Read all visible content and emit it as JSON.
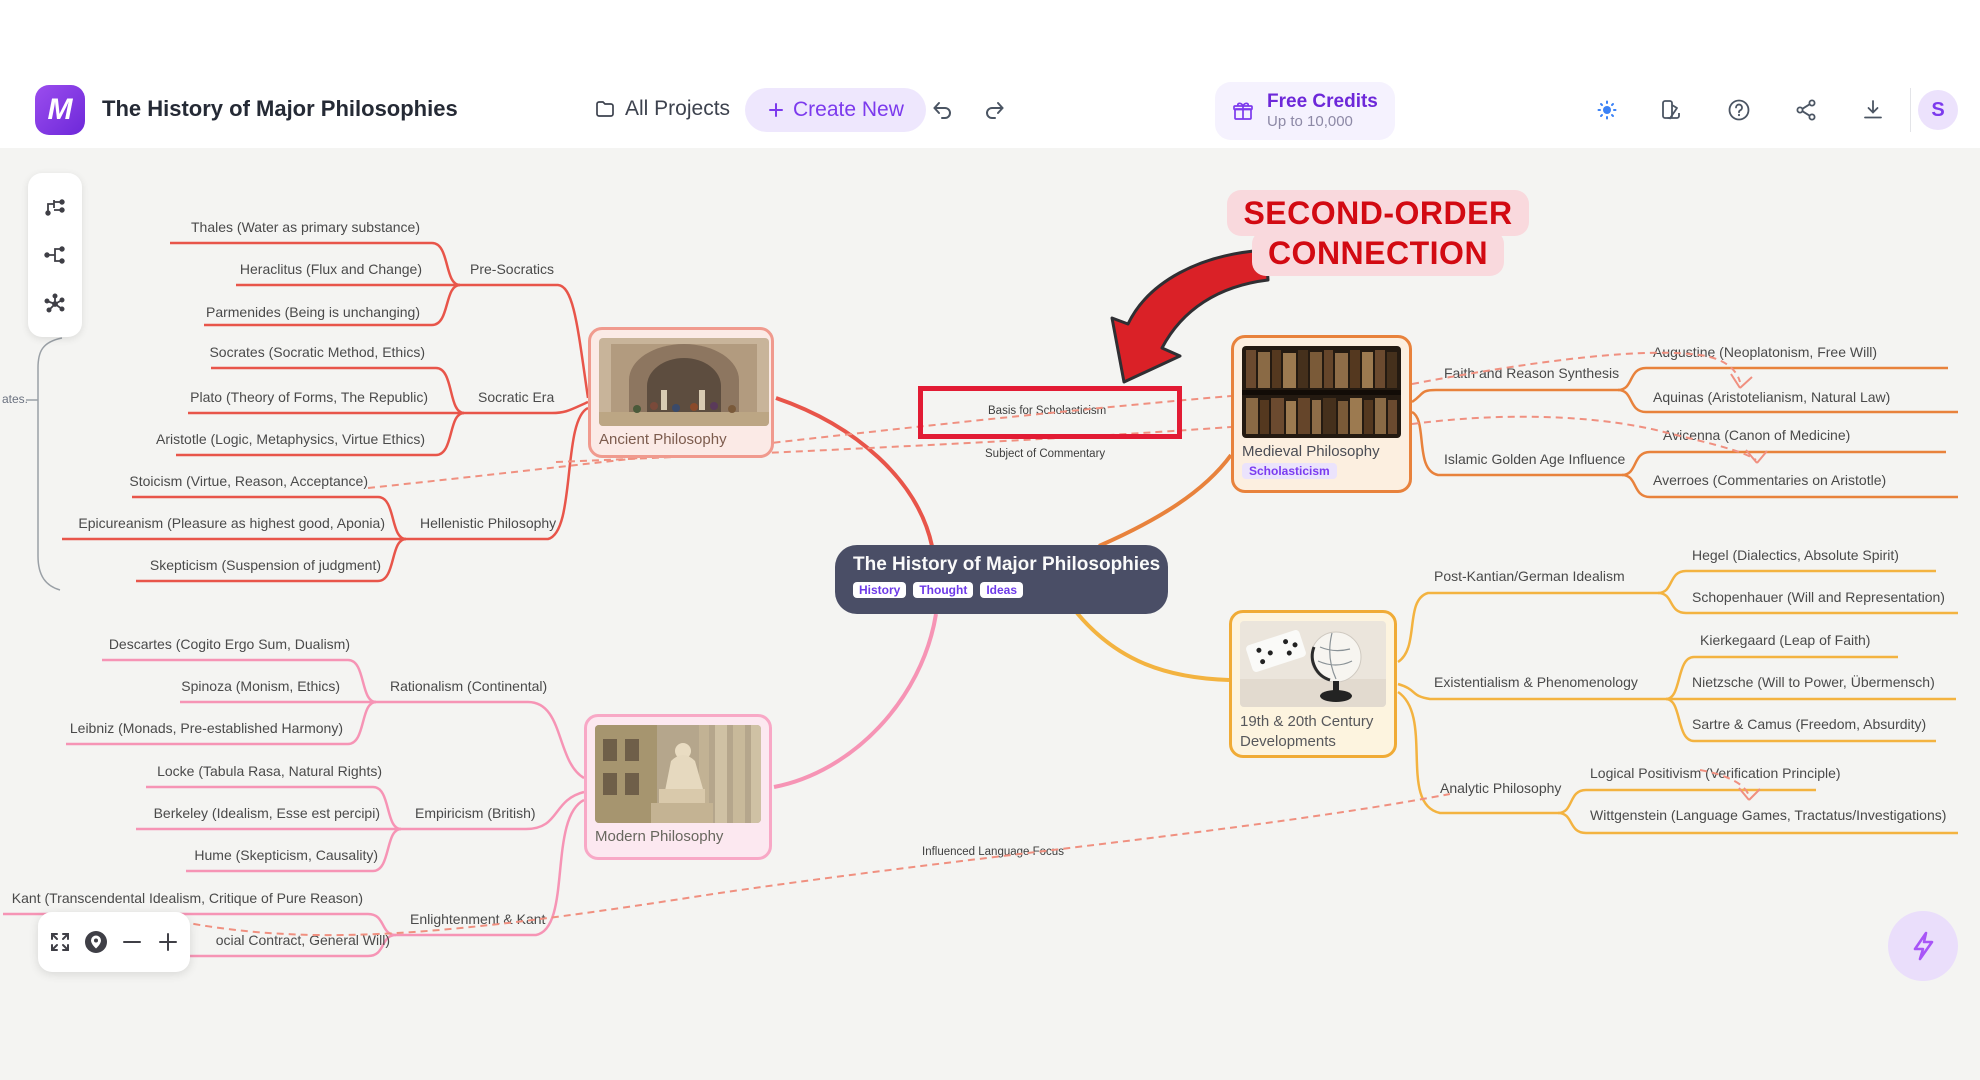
{
  "header": {
    "logo_letter": "M",
    "app_title": "The History of Major Philosophies",
    "all_projects": "All Projects",
    "create_new": "Create New",
    "credits_title": "Free Credits",
    "credits_sub": "Up to 10,000",
    "avatar_initial": "S",
    "accent_color": "#7c3aed"
  },
  "annotation": {
    "line1": "SECOND-ORDER",
    "line2": "CONNECTION"
  },
  "map": {
    "central": {
      "title": "The History of Major Philosophies",
      "tags": [
        "History",
        "Thought",
        "Ideas"
      ]
    },
    "nodes": {
      "ancient": {
        "label": "Ancient Philosophy"
      },
      "medieval": {
        "label": "Medieval Philosophy",
        "tag": "Scholasticism"
      },
      "modern": {
        "label": "Modern Philosophy"
      },
      "c1920": {
        "line1": "19th & 20th Century",
        "line2": "Developments"
      }
    },
    "topics": {
      "pre_socratics": "Pre-Socratics",
      "thales": "Thales (Water as primary substance)",
      "heraclitus": "Heraclitus (Flux and Change)",
      "parmenides": "Parmenides (Being is unchanging)",
      "socratic_era": "Socratic Era",
      "socrates": "Socrates (Socratic Method, Ethics)",
      "plato": "Plato (Theory of Forms, The Republic)",
      "aristotle": "Aristotle (Logic, Metaphysics, Virtue Ethics)",
      "hellenistic": "Hellenistic Philosophy",
      "stoicism": "Stoicism (Virtue, Reason, Acceptance)",
      "epicureanism": "Epicureanism (Pleasure as highest good, Aponia)",
      "skepticism": "Skepticism (Suspension of judgment)",
      "rationalism": "Rationalism (Continental)",
      "descartes": "Descartes (Cogito Ergo Sum, Dualism)",
      "spinoza": "Spinoza (Monism, Ethics)",
      "leibniz": "Leibniz (Monads, Pre-established Harmony)",
      "empiricism": "Empiricism (British)",
      "locke": "Locke (Tabula Rasa, Natural Rights)",
      "berkeley": "Berkeley (Idealism, Esse est percipi)",
      "hume": "Hume (Skepticism, Causality)",
      "enlightenment": "Enlightenment & Kant",
      "kant": "Kant (Transcendental Idealism, Critique of Pure Reason)",
      "rousseau_partial": "ocial Contract, General Will)",
      "faith_reason": "Faith and Reason Synthesis",
      "augustine": "Augustine (Neoplatonism, Free Will)",
      "aquinas": "Aquinas (Aristotelianism, Natural Law)",
      "islamic": "Islamic Golden Age Influence",
      "avicenna": "Avicenna (Canon of Medicine)",
      "averroes": "Averroes (Commentaries on Aristotle)",
      "post_kantian": "Post-Kantian/German Idealism",
      "hegel": "Hegel (Dialectics, Absolute Spirit)",
      "schopenhauer": "Schopenhauer (Will and Representation)",
      "existentialism": "Existentialism & Phenomenology",
      "kierkegaard": "Kierkegaard (Leap of Faith)",
      "nietzsche": "Nietzsche (Will to Power, Übermensch)",
      "sartre_camus": "Sartre & Camus (Freedom, Absurdity)",
      "analytic": "Analytic Philosophy",
      "logical_positivism": "Logical Positivism (Verification Principle)",
      "wittgenstein": "Wittgenstein (Language Games, Tractatus/Investigations)"
    },
    "connection_labels": {
      "basis": "Basis for Scholasticism",
      "subject": "Subject of Commentary",
      "influenced": "Influenced Language Focus"
    },
    "left_edge_label": "ates.",
    "colors": {
      "ancient": "#e8554a",
      "medieval": "#e8823c",
      "modern": "#f694b5",
      "c1920": "#f3b340",
      "dashed_link": "#f09080",
      "central_bg": "#4a4e66",
      "highlight": "#e21b34"
    }
  }
}
